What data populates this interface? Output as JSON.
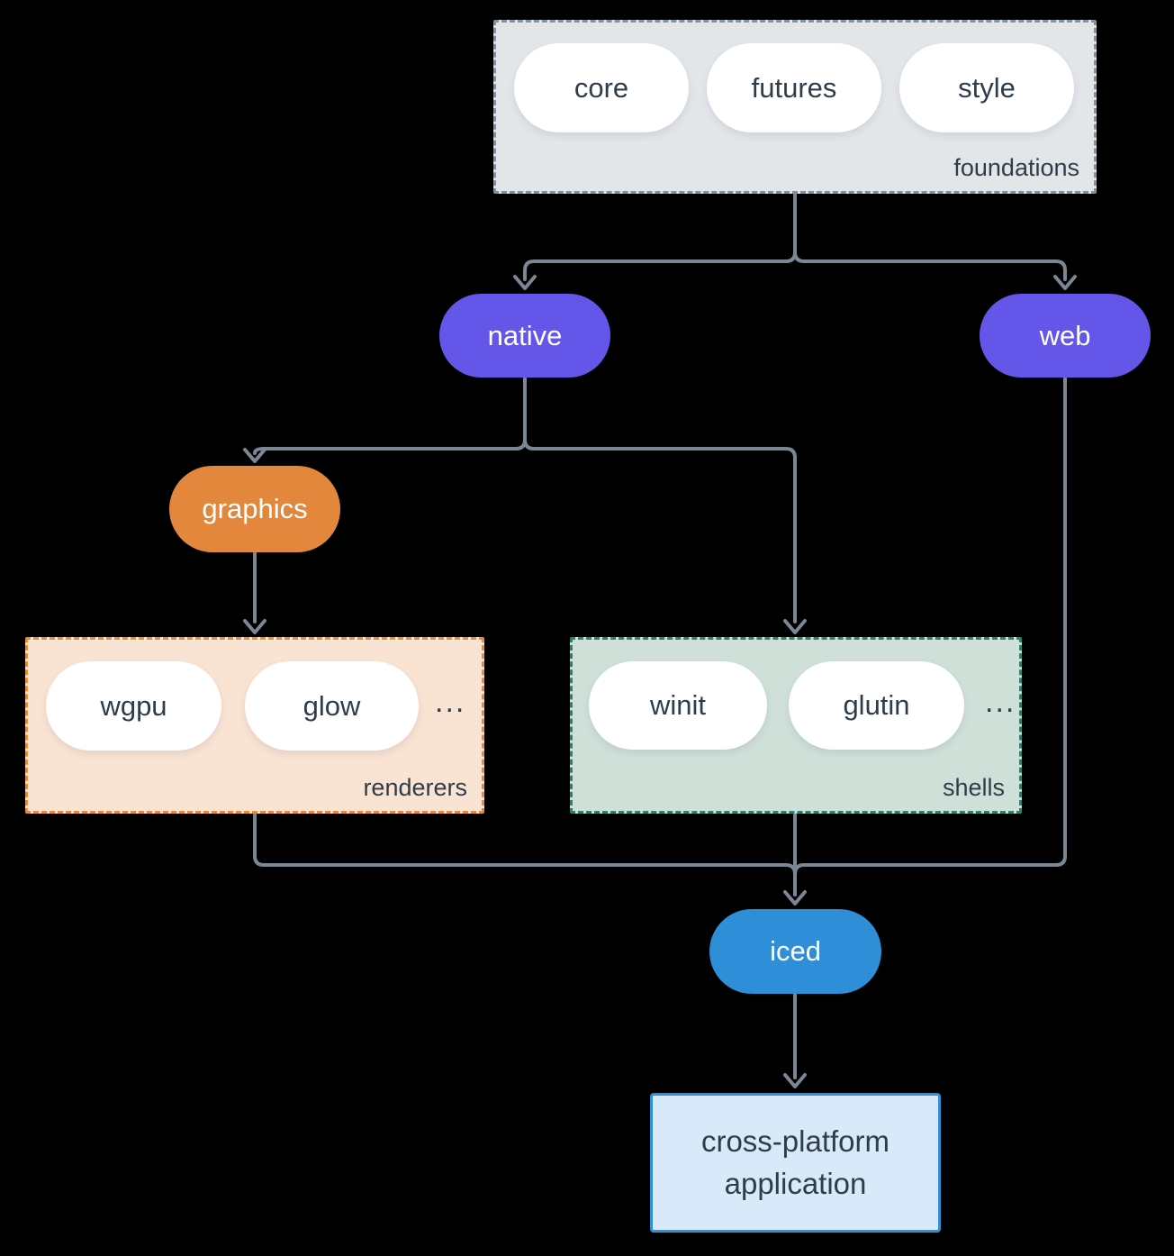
{
  "diagram": {
    "foundations": {
      "label": "foundations",
      "pills": {
        "core": "core",
        "futures": "futures",
        "style": "style"
      }
    },
    "native": "native",
    "web": "web",
    "graphics": "graphics",
    "renderers": {
      "label": "renderers",
      "pills": {
        "wgpu": "wgpu",
        "glow": "glow"
      },
      "ellipsis": "..."
    },
    "shells": {
      "label": "shells",
      "pills": {
        "winit": "winit",
        "glutin": "glutin"
      },
      "ellipsis": "..."
    },
    "iced": "iced",
    "application": "cross-platform application"
  },
  "colors": {
    "background": "#000000",
    "connector": "#7b8794",
    "foundations_fill": "#e2e6e9",
    "foundations_border": "#8492a0",
    "node_purple": "#6456e8",
    "node_orange": "#e2873b",
    "node_blue": "#2e8ed8",
    "renderers_fill": "#f9e3d3",
    "renderers_border": "#e98b38",
    "shells_fill": "#cfe0d8",
    "shells_border": "#2d8070",
    "application_fill": "#d8e9f9",
    "application_border": "#2e8ed8",
    "text_dark": "#2f3d4a",
    "text_light": "#ffffff"
  }
}
